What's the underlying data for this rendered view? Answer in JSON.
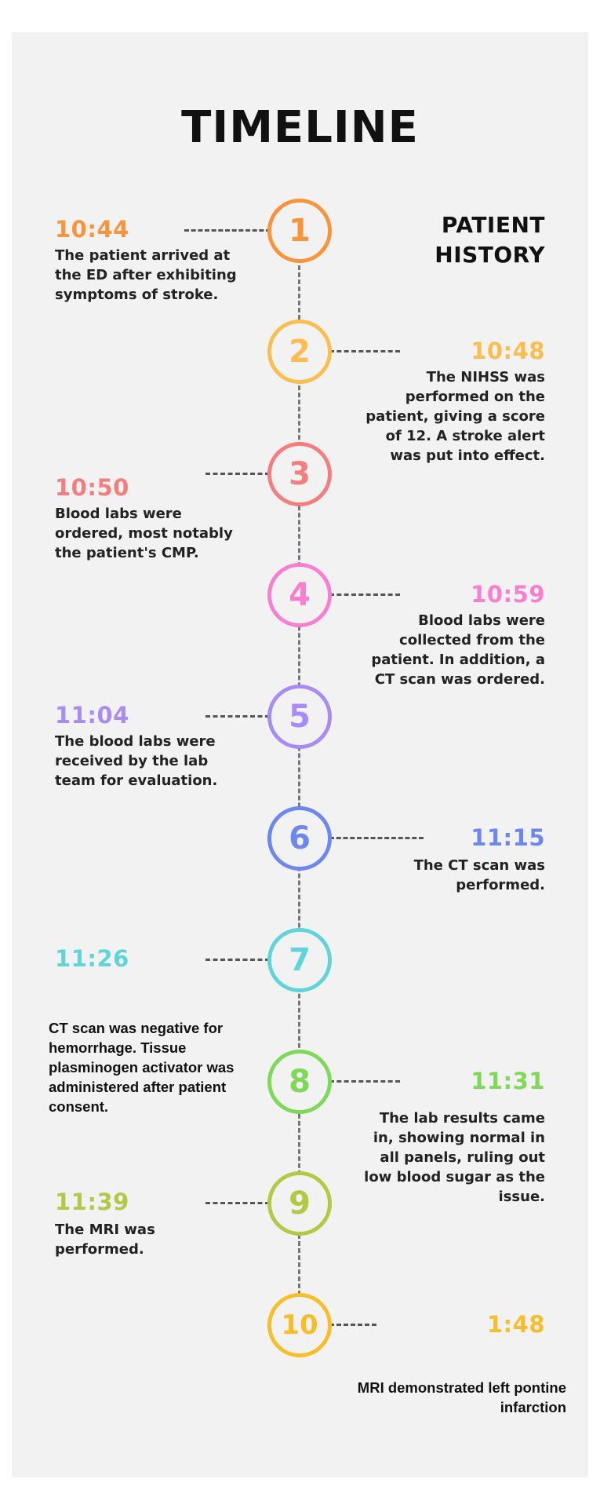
{
  "title": "TIMELINE",
  "subtitle": "PATIENT HISTORY",
  "events": [
    {
      "num": "1",
      "time": "10:44",
      "color": "#f7943c",
      "text": "The patient arrived at the ED after exhibiting symptoms of stroke."
    },
    {
      "num": "2",
      "time": "10:48",
      "color": "#fbbd4e",
      "text": "The NIHSS was performed on the patient, giving a score of 12. A stroke alert was put into effect."
    },
    {
      "num": "3",
      "time": "10:50",
      "color": "#f47d7d",
      "text": "Blood labs were ordered, most notably the patient's CMP."
    },
    {
      "num": "4",
      "time": "10:59",
      "color": "#f97ed0",
      "text": "Blood labs were collected from the patient. In addition, a CT scan was ordered."
    },
    {
      "num": "5",
      "time": "11:04",
      "color": "#a98bf5",
      "text": "The blood labs were received by the lab team for evaluation."
    },
    {
      "num": "6",
      "time": "11:15",
      "color": "#6c86f2",
      "text": "The CT scan was performed."
    },
    {
      "num": "7",
      "time": "11:26",
      "color": "#5fd4da",
      "text": "CT scan was negative for hemorrhage. Tissue plasminogen activator was administered after patient consent."
    },
    {
      "num": "8",
      "time": "11:31",
      "color": "#7ed957",
      "text": "The lab results came in, showing normal in all panels, ruling out low blood sugar as the issue."
    },
    {
      "num": "9",
      "time": "11:39",
      "color": "#b3c843",
      "text": "The MRI was performed."
    },
    {
      "num": "10",
      "time": "1:48",
      "color": "#f7be2a",
      "text": "MRI demonstrated left pontine infarction"
    }
  ]
}
